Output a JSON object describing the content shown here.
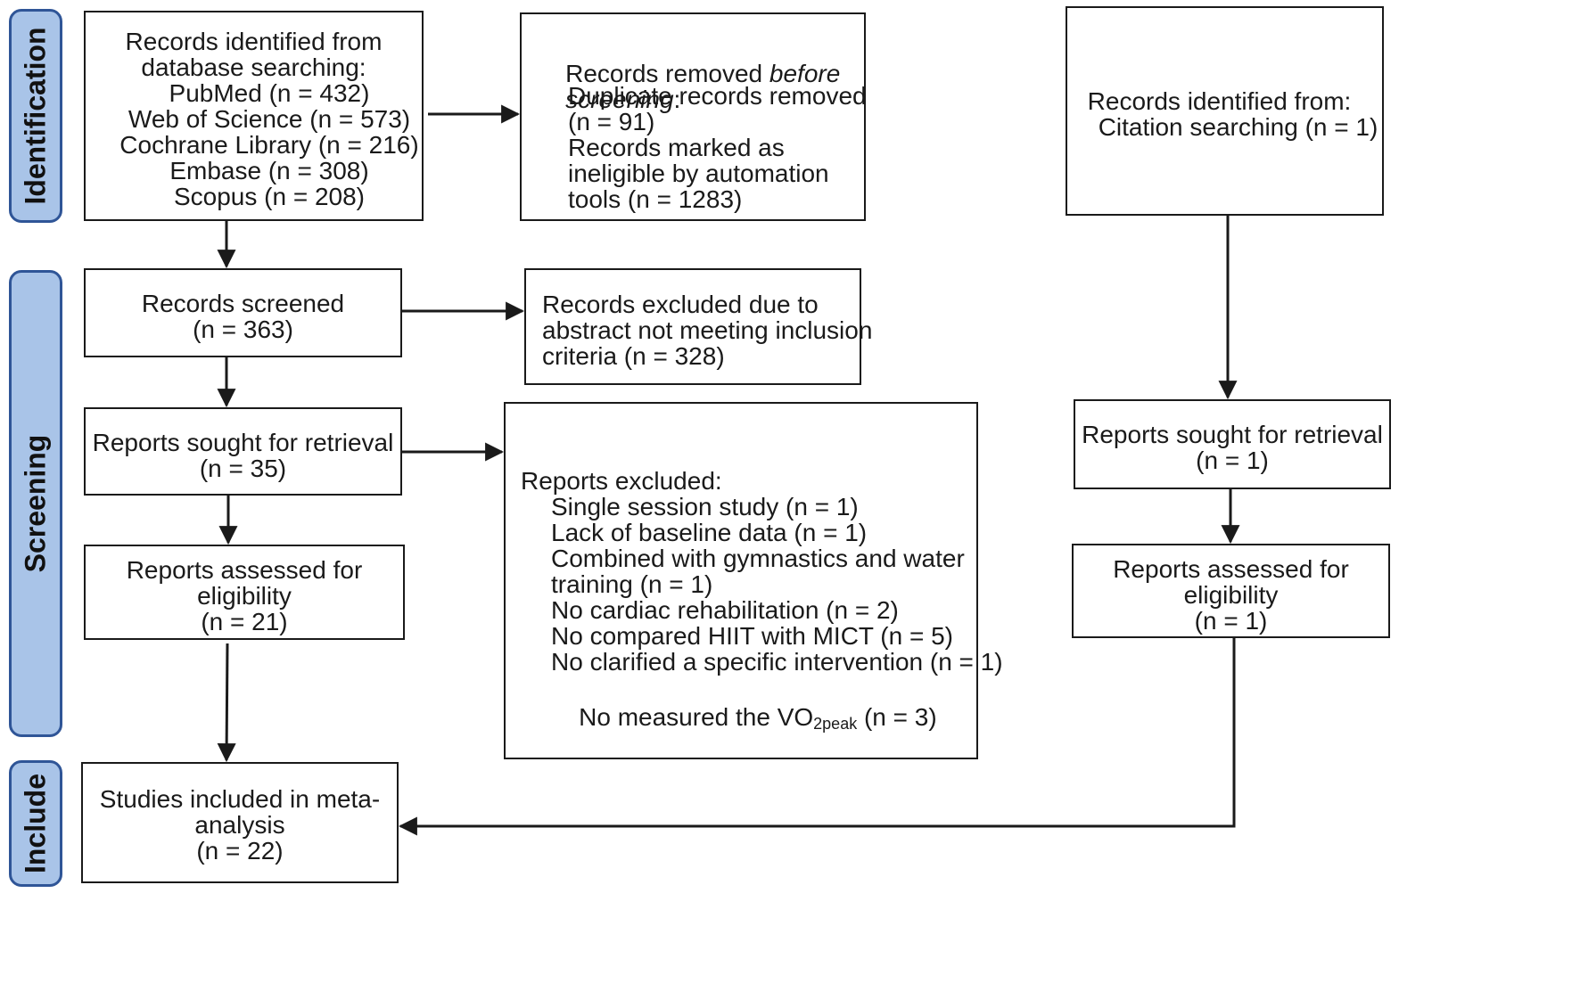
{
  "stages": {
    "identification": "Identification",
    "screening": "Screening",
    "include": "Include"
  },
  "identification": {
    "db_title_line1": "Records identified from",
    "db_title_line2": "database searching:",
    "db_sources": [
      "PubMed (n = 432)",
      "Web of Science (n = 573)",
      "Cochrane Library (n = 216)",
      "Embase (n = 308)",
      "Scopus (n = 208)"
    ],
    "removed_prefix": "Records removed ",
    "removed_italic1": "before",
    "removed_italic2": "screening",
    "removed_colon": ":",
    "removed_lines": [
      "Duplicate records removed",
      "(n = 91)",
      "Records marked as",
      "ineligible by automation",
      "tools (n = 1283)"
    ],
    "citation_line1": "Records identified from:",
    "citation_line2": "Citation searching (n = 1)"
  },
  "screening": {
    "screened_line1": "Records screened",
    "screened_line2": "(n = 363)",
    "excluded_abstract_lines": [
      "Records excluded due to",
      "abstract not meeting inclusion",
      "criteria (n = 328)"
    ],
    "sought_line1": "Reports sought for retrieval",
    "sought_line2": "(n = 35)",
    "assessed_line1": "Reports assessed for",
    "assessed_line2": "eligibility",
    "assessed_line3": "(n = 21)",
    "reports_excluded_title": "Reports excluded:",
    "reports_excluded_items": [
      "Single session study (n = 1)",
      "Lack of baseline data (n = 1)",
      "Combined with gymnastics and water",
      "training (n = 1)",
      "No cardiac rehabilitation (n = 2)",
      "No compared HIIT with MICT (n = 5)",
      "No clarified a specific intervention (n = 1)"
    ],
    "vo2_prefix": "No measured the VO",
    "vo2_sub": "2peak",
    "vo2_suffix": " (n = 3)",
    "citation_sought_line1": "Reports sought for retrieval",
    "citation_sought_line2": "(n = 1)",
    "citation_assessed_line1": "Reports assessed for",
    "citation_assessed_line2": "eligibility",
    "citation_assessed_line3": "(n = 1)"
  },
  "include": {
    "line1": "Studies included in meta-",
    "line2": "analysis",
    "line3": "(n = 22)"
  }
}
